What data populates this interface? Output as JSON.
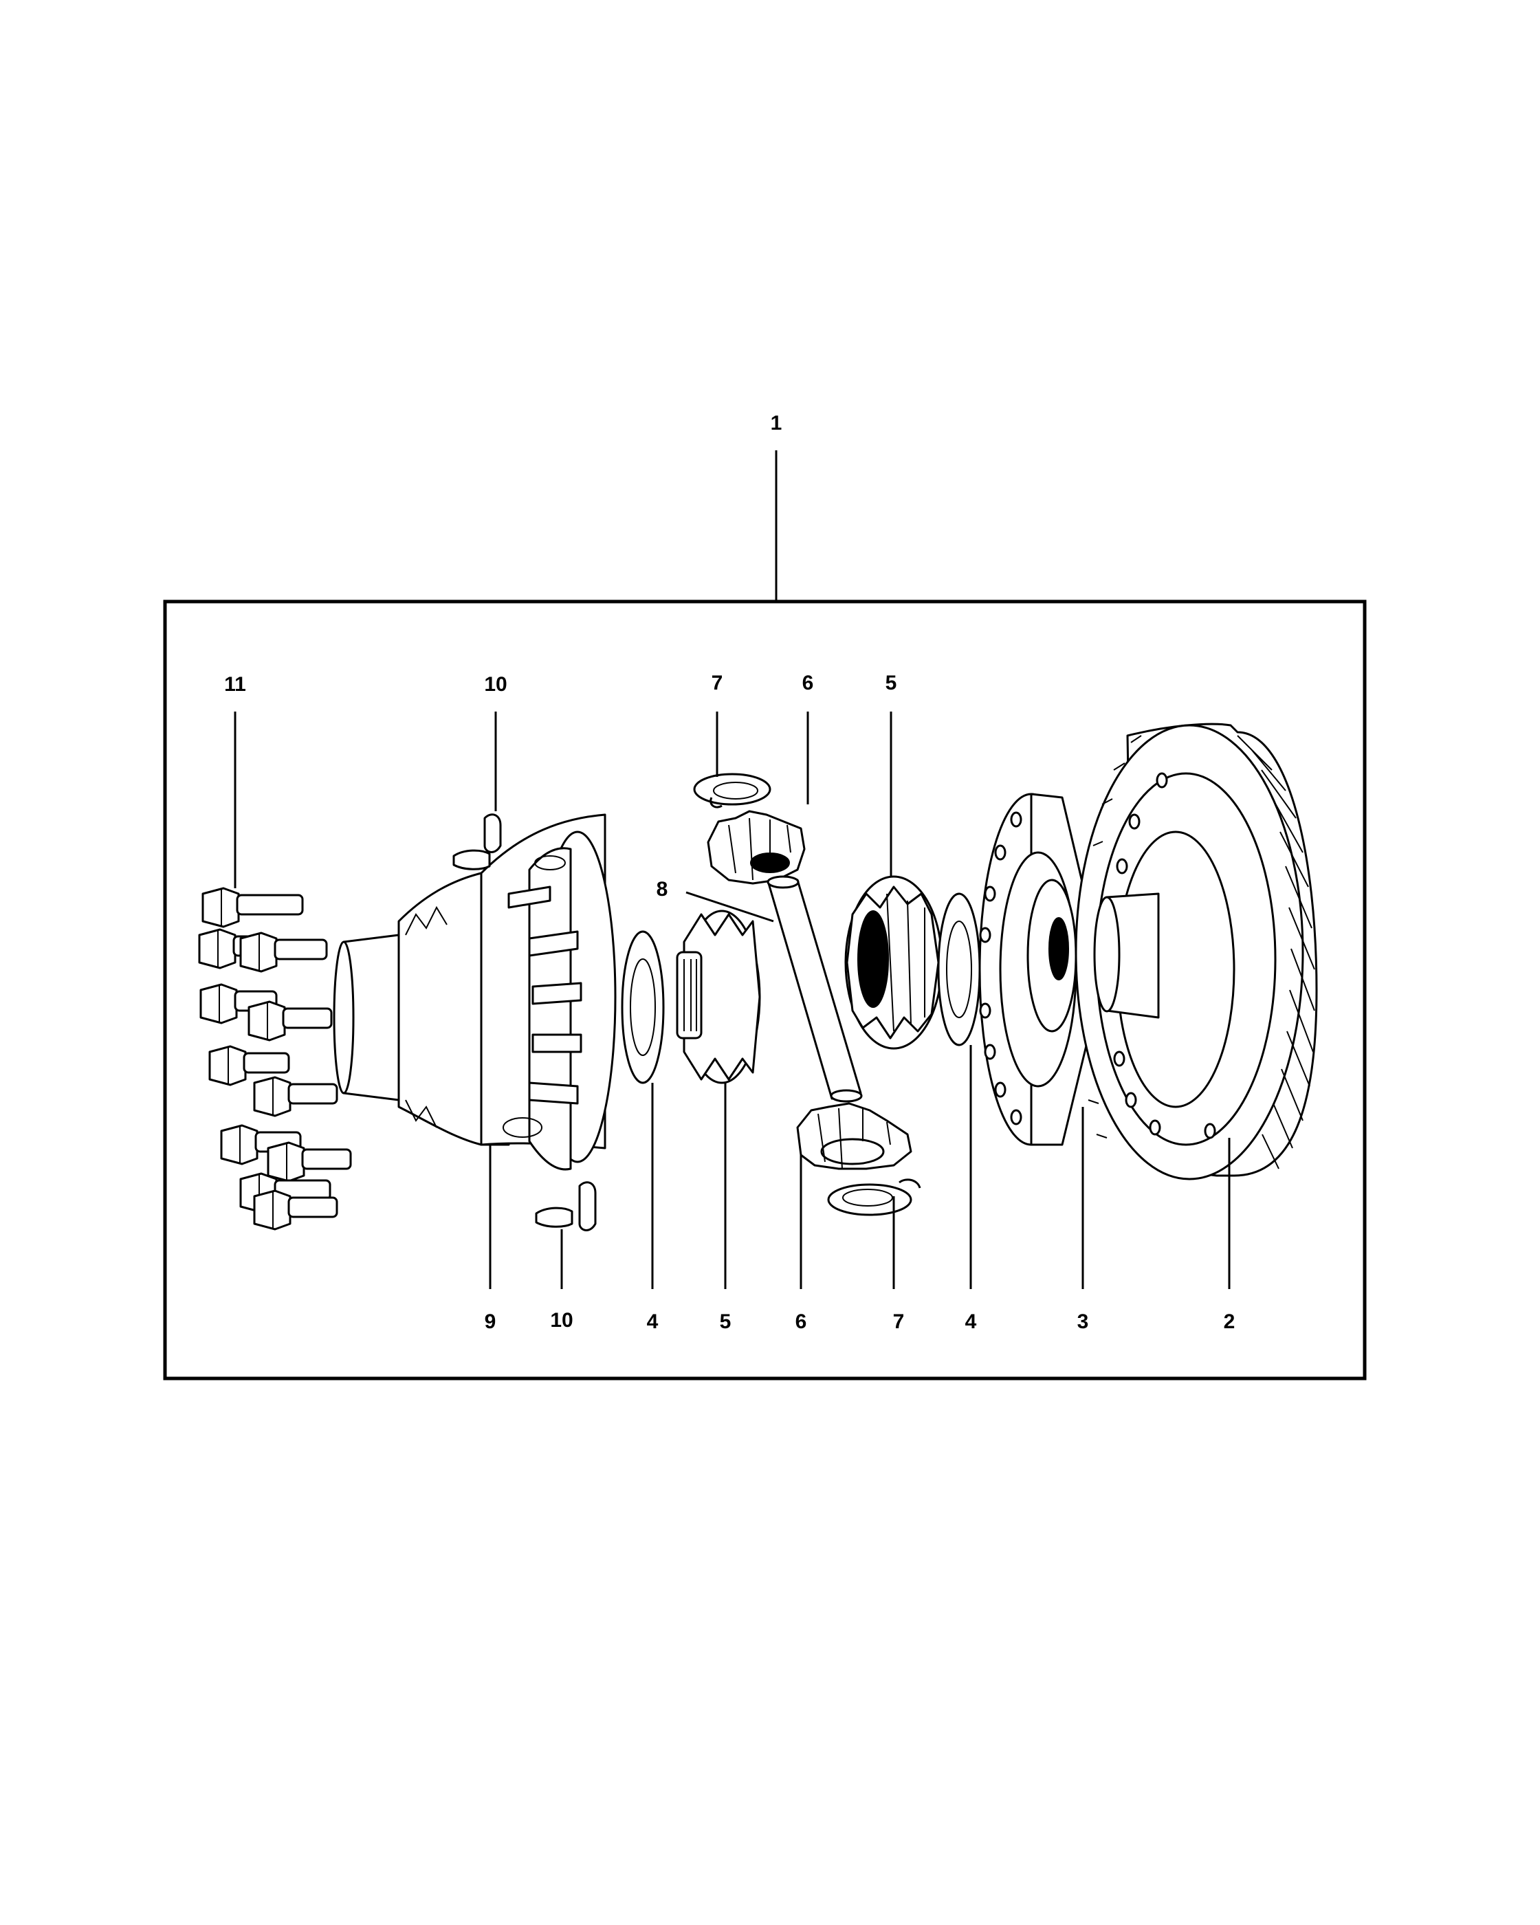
{
  "diagram": {
    "callouts": {
      "c1": "1",
      "c11": "11",
      "c10_top": "10",
      "c7_top": "7",
      "c6_top": "6",
      "c5_top": "5",
      "c8": "8",
      "c9": "9",
      "c10_bottom": "10",
      "c4_left": "4",
      "c5_bottom": "5",
      "c6_bottom": "6",
      "c7_bottom": "7",
      "c4_right": "4",
      "c3": "3",
      "c2": "2"
    }
  }
}
